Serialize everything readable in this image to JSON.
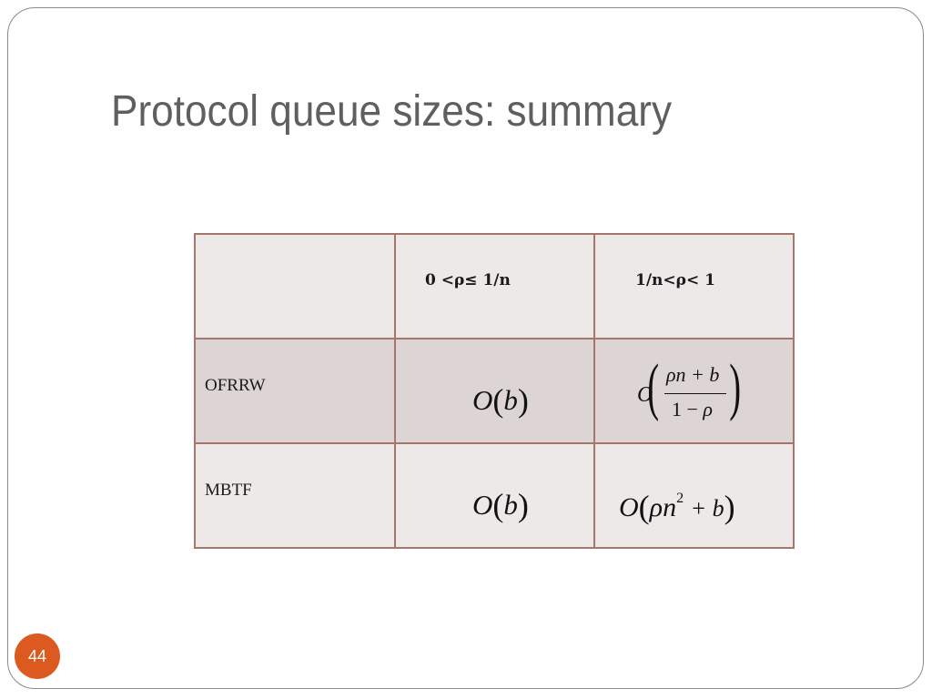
{
  "slide": {
    "title": "Protocol queue sizes: summary",
    "page_number": "44"
  },
  "table": {
    "headers": [
      "",
      "0 <ρ≤ 1/n",
      "1/n<ρ< 1"
    ],
    "rows": [
      {
        "label": "OFRRW",
        "col1": {
          "func": "O",
          "arg": "b"
        },
        "col2": {
          "func": "O",
          "numerator": "ρn + b",
          "denominator_const": "1",
          "denominator_op": "−",
          "denominator_var": "ρ"
        }
      },
      {
        "label": "MBTF",
        "col1": {
          "func": "O",
          "arg": "b"
        },
        "col2": {
          "func": "O",
          "base": "ρn",
          "exponent": "2",
          "rest": "+ b"
        }
      }
    ]
  },
  "colors": {
    "title": "#5f5f5f",
    "table_border": "#a4776a",
    "row_light": "#ede9e8",
    "row_dark": "#ddd5d3",
    "badge": "#dc5a20"
  }
}
